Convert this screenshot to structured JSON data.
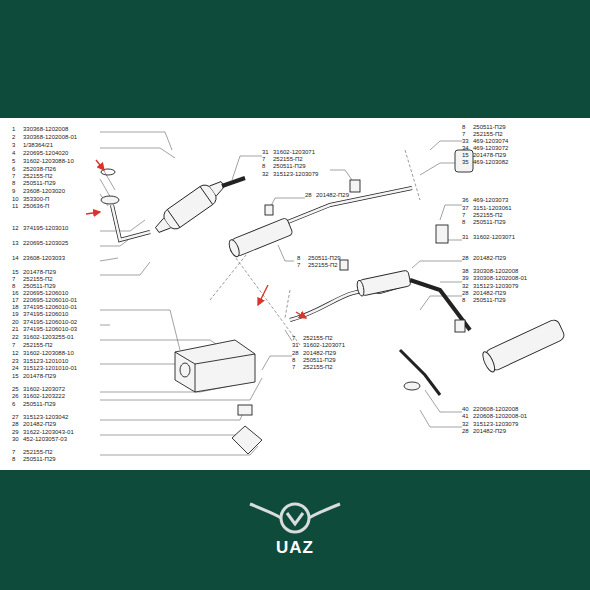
{
  "diagram": {
    "labels": [
      "1",
      "330368-1202008",
      "2",
      "330368-1202008-01",
      "3",
      "1/38364/21",
      "4",
      "220695-1204020",
      "5",
      "31602-1203088-10",
      "6",
      "252038-П26",
      "7",
      "252155-П2",
      "8",
      "250511-П29",
      "9",
      "23608-1203020",
      "10",
      "353300-П",
      "11",
      "250636-П",
      "12",
      "374195-1203010",
      "13",
      "220695-1203025",
      "14",
      "23608-1203033",
      "15",
      "201478-П29",
      "7",
      "252155-П2",
      "8",
      "250511-П29",
      "16",
      "220695-1206010",
      "17",
      "220695-1206010-01",
      "18",
      "374195-1206010-01",
      "19",
      "374195-1206010",
      "20",
      "374195-1206010-02",
      "21",
      "374195-1206010-03",
      "22",
      "31602-1203255-01",
      "7",
      "252155-П2",
      "12",
      "31602-1203088-10",
      "23",
      "315123-1201010",
      "24",
      "315123-1201010-01",
      "15",
      "201478-П29",
      "25",
      "31602-1203072",
      "26",
      "31602-1203222",
      "6",
      "250511-П29",
      "27",
      "315123-1203042",
      "28",
      "201482-П29",
      "29",
      "31622-1203043-01",
      "30",
      "452-1203057-03",
      "7",
      "252155-П2",
      "8",
      "250511-П29",
      "31",
      "31602-1203071",
      "7",
      "252155-П2",
      "8",
      "250511-П29",
      "32",
      "315123-1203079",
      "28",
      "201482-П29",
      "8",
      "250511-П29",
      "7",
      "252155-П2",
      "7",
      "252155-П2",
      "31",
      "31602-1203071",
      "28",
      "201482-П29",
      "8",
      "250511-П29",
      "7",
      "252155-П2",
      "8",
      "250511-П29",
      "7",
      "252155-П2",
      "33",
      "469-1203074",
      "34",
      "469-1203072",
      "15",
      "201478-П29",
      "35",
      "469-1203082",
      "36",
      "469-1203073",
      "37",
      "3151-1203061",
      "7",
      "252155-П2",
      "8",
      "250511-П29",
      "31",
      "31602-1203071",
      "28",
      "201482-П29",
      "38",
      "330308-1202008",
      "39",
      "330308-1202008-01",
      "32",
      "315123-1203079",
      "28",
      "201482-П29",
      "8",
      "250511-П29",
      "40",
      "220608-1202008",
      "41",
      "220608-1202008-01",
      "32",
      "315123-1203079",
      "28",
      "201482-П29",
      "UAZ"
    ]
  }
}
